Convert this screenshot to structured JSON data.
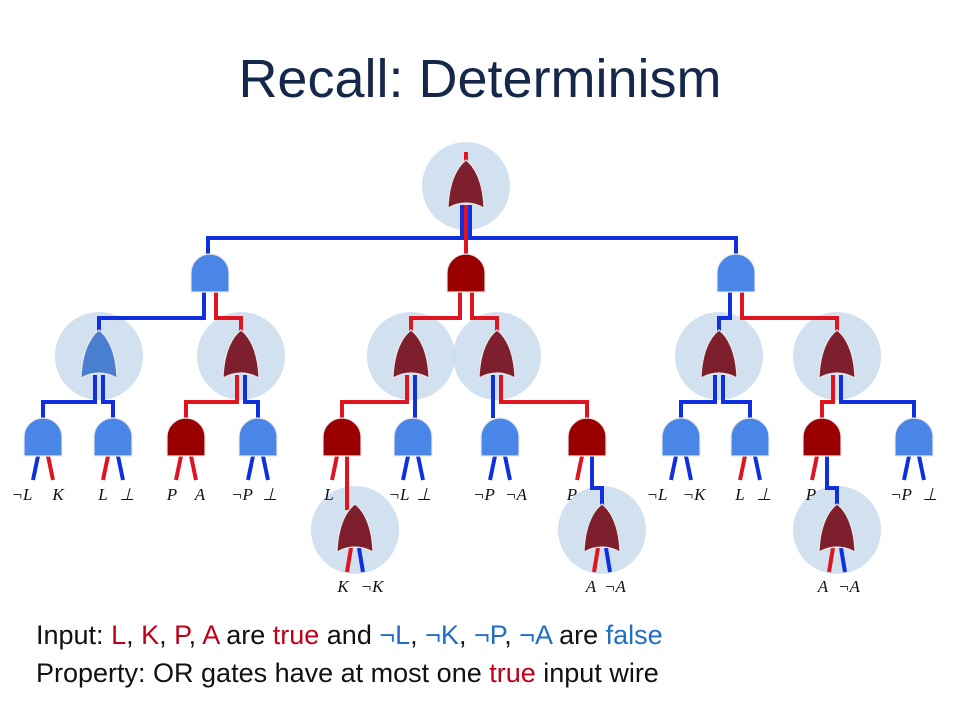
{
  "title": "Recall: Determinism",
  "colors": {
    "true_wire": "#e0141e",
    "false_wire": "#1030e0",
    "true_gate": "#9a0000",
    "false_gate": "#4a86e8",
    "true_or_gate": "#7e1f2e",
    "false_or_gate": "#4a7fd0",
    "halo": "#c9dcec",
    "text_true": "#c0001a",
    "text_false": "#1f6fc6"
  },
  "leaf_labels": [
    "¬L",
    "K",
    "L",
    "⊥",
    "P",
    "A",
    "¬P",
    "⊥",
    "L",
    "¬L",
    "⊥",
    "¬P",
    "¬A",
    "P",
    "¬L",
    "¬K",
    "L",
    "⊥",
    "P",
    "¬P",
    "⊥",
    "K",
    "¬K",
    "A",
    "¬A",
    "A",
    "¬A"
  ],
  "input_line": {
    "prefix": "Input: ",
    "v1": "L",
    "s1": ", ",
    "v2": "K",
    "s2": ", ",
    "v3": "P",
    "s3": ", ",
    "v4": "A",
    "mid1": " are ",
    "true_word": "true",
    "mid2": " and ",
    "n1": "¬L",
    "s4": ", ",
    "n2": "¬K",
    "s5": ", ",
    "n3": "¬P",
    "s6": ", ",
    "n4": "¬A",
    "mid3": " are ",
    "false_word": "false"
  },
  "property_line": {
    "prefix": "Property: OR gates have at most one ",
    "true_word": "true",
    "suffix": " input wire"
  }
}
